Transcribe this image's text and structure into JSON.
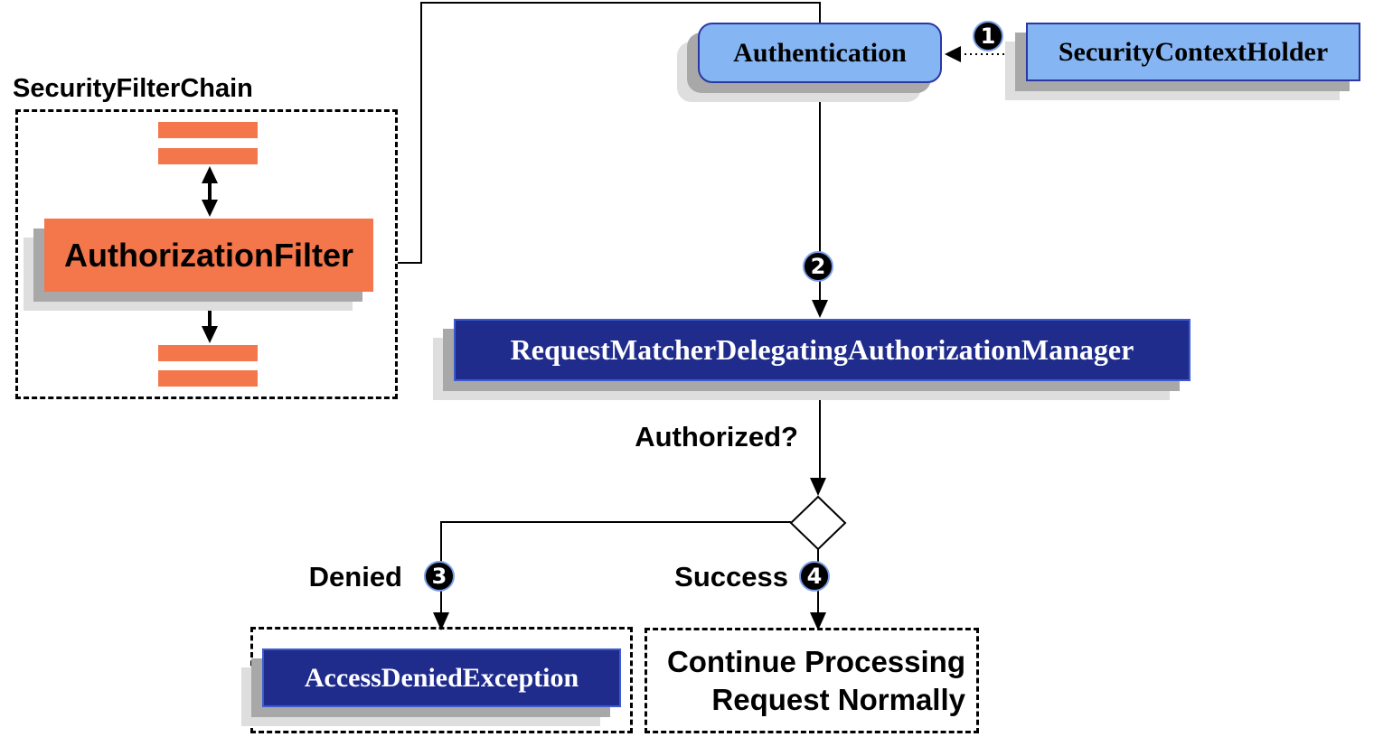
{
  "colors": {
    "orange": "#F4764B",
    "light_blue": "#85B5F3",
    "blue_border": "#2B38A3",
    "navy": "#1F2C8C",
    "navy_border": "#3C5BD0",
    "badge_bg": "#000000",
    "badge_ring": "#7C9FE8",
    "shadow1": "#A8A8A8",
    "shadow2": "#DEDEDE",
    "line": "#000000"
  },
  "security_filter_chain": {
    "title": "SecurityFilterChain",
    "filter_label": "AuthorizationFilter"
  },
  "nodes": {
    "authentication": "Authentication",
    "security_context_holder": "SecurityContextHolder",
    "request_matcher_manager": "RequestMatcherDelegatingAuthorizationManager",
    "access_denied_exception": "AccessDeniedException",
    "continue_processing": "Continue Processing Request Normally"
  },
  "labels": {
    "authorized": "Authorized?",
    "denied": "Denied",
    "success": "Success"
  },
  "badges": {
    "step1": "1",
    "step2": "2",
    "step3": "3",
    "step4": "4"
  }
}
